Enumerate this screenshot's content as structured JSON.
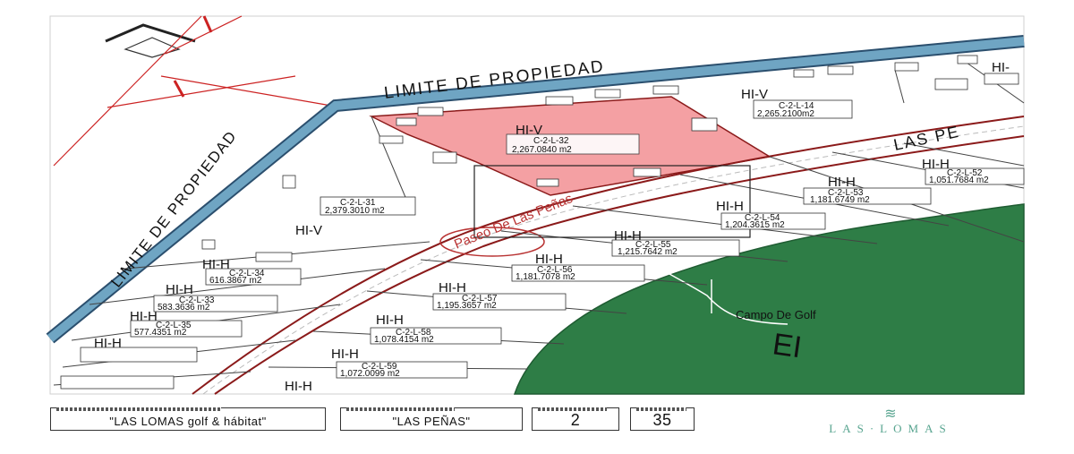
{
  "boundary": {
    "top_label": "LIMITE DE PROPIEDAD",
    "left_label": "LIMITE DE PROPIEDAD"
  },
  "road": {
    "name": "Paseo De Las Peñas",
    "right_label": "LAS PE"
  },
  "golf": {
    "name": "Campo De Golf",
    "zone": "EI",
    "color": "#2e7d46"
  },
  "highlight_color": "#f4a0a3",
  "zones": {
    "hv_main": "HI-V",
    "hv_highlight": "HI-V",
    "hv_left": "HI-V",
    "hh": "HI-H",
    "hv_right_edge": "HI-"
  },
  "lots": {
    "l31": "C-2-L-31",
    "l31_area": "2,379.3010 m2",
    "l32": "C-2-L-32",
    "l32_area": "2,267.0840 m2",
    "l14": "C-2-L-14",
    "l14_area": "2,265.2100m2",
    "l52": "C-2-L-52",
    "l52_area": "1,051.7684 m2",
    "l53": "C-2-L-53",
    "l53_area": "1,181.6749 m2",
    "l54": "C-2-L-54",
    "l54_area": "1,204.3615 m2",
    "l55": "C-2-L-55",
    "l55_area": "1,215.7642 m2",
    "l56": "C-2-L-56",
    "l56_area": "1,181.7078 m2",
    "l57": "C-2-L-57",
    "l57_area": "1,195.3657 m2",
    "l58": "C-2-L-58",
    "l58_area": "1,078.4154 m2",
    "l59": "C-2-L-59",
    "l59_area": "1,072.0099 m2",
    "l34": "C-2-L-34",
    "l34_area": "616.3867 m2",
    "l33": "C-2-L-33",
    "l33_area": "583.3636 m2",
    "l35": "C-2-L-35",
    "l35_area": "577.4351 m2"
  },
  "title_block": {
    "project": "\"LAS LOMAS golf & hábitat\"",
    "section": "\"LAS PEÑAS\"",
    "cluster": "2",
    "lot": "35"
  },
  "logo": {
    "mark": "≋",
    "text": "LAS·LOMAS"
  }
}
